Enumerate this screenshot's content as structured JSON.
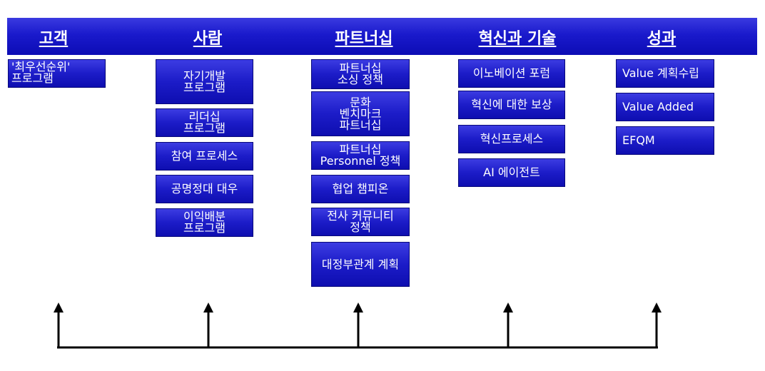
{
  "header": {
    "columns": [
      "고객",
      "사람",
      "파트너십",
      "혁신과 기술",
      "성과"
    ]
  },
  "customer": {
    "items": [
      "'최우선순위'\n프로그램"
    ]
  },
  "people": {
    "items": [
      "자기개발\n프로그램",
      "리더십\n프로그램",
      "참여 프로세스",
      "공명정대 대우",
      "이익배분\n프로그램"
    ]
  },
  "partnership": {
    "items": [
      "파트너십\n소싱 정책",
      "문화\n벤치마크\n파트너십",
      "파트너십\nPersonnel 정책",
      "협업 챔피온",
      "전사 커뮤니티\n정책",
      "대정부관계 계획"
    ]
  },
  "innovation": {
    "items": [
      "이노베이션 포럼",
      "혁신에 대한 보상",
      "혁신프로세스",
      "AI 에이전트"
    ]
  },
  "performance": {
    "items": [
      "Value 계획수립",
      "Value Added",
      "EFQM"
    ]
  },
  "colors": {
    "box": "#1c1cc8",
    "header": "#1a1acc",
    "text": "#ffffff",
    "arrow": "#000000"
  }
}
